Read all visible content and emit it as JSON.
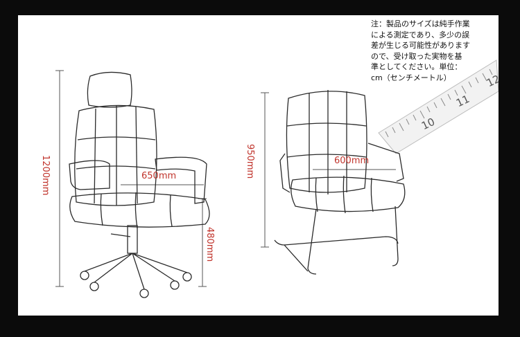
{
  "note": {
    "lines": [
      "注：製品のサイズは純手作業",
      "による測定であり、多少の誤",
      "差が生じる可能性があります",
      "ので、受け取った実物を基",
      "準としてください。単位：",
      "cm（センチメートル）"
    ]
  },
  "chair_office": {
    "height_label": "1200mm",
    "width_label": "650mm",
    "seat_height_label": "480mm"
  },
  "chair_guest": {
    "height_label": "950mm",
    "width_label": "600mm"
  },
  "ruler": {
    "numbers": [
      "10",
      "11",
      "12"
    ]
  },
  "colors": {
    "dimension_text": "#c0332b",
    "background": "#0b0b0b",
    "sketch": "#2a2a2a"
  }
}
